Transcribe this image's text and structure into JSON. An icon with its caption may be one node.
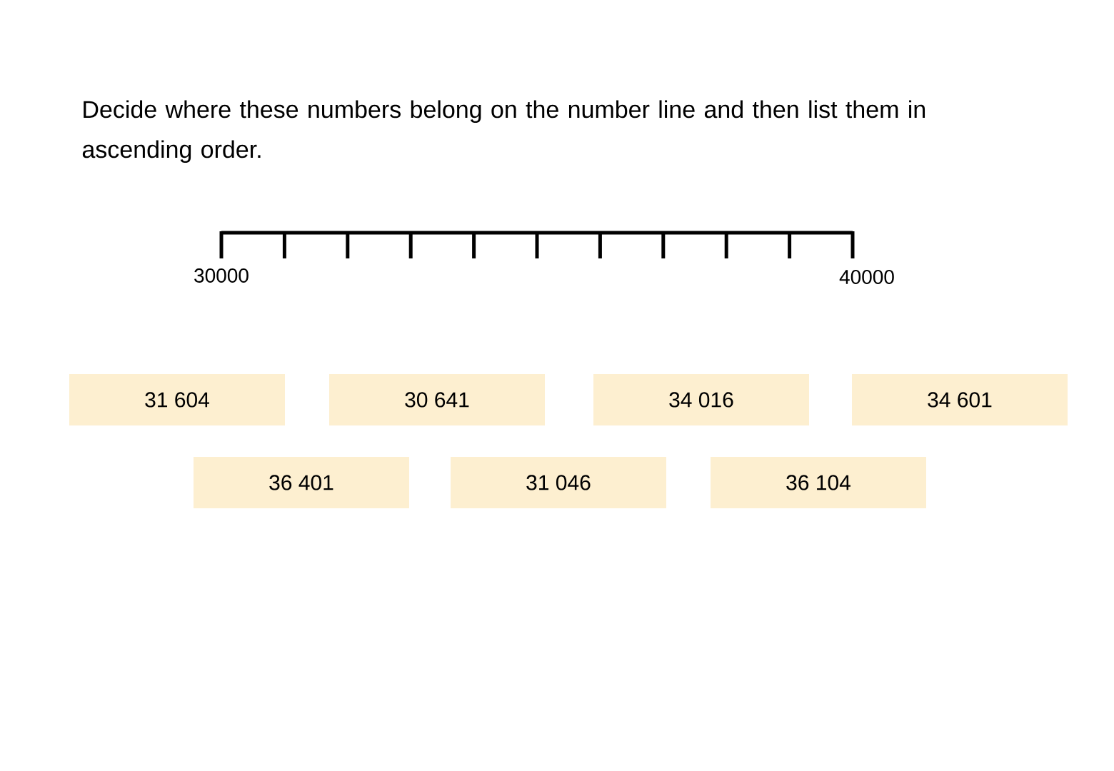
{
  "diagram": {
    "title": "Decide where these numbers belong on the number line and then list them in ascending order.",
    "nodes": [
      {
        "text": [
          "31 604"
        ]
      },
      {
        "text": [
          "30 641"
        ]
      },
      {
        "text": [
          "34 016"
        ]
      },
      {
        "text": [
          "34 601"
        ]
      },
      {
        "text": [
          "36 401"
        ]
      },
      {
        "text": [
          "31 046"
        ]
      },
      {
        "text": [
          "36 104"
        ]
      }
    ],
    "edges": [],
    "labels": [
      "30000",
      "40000"
    ]
  }
}
